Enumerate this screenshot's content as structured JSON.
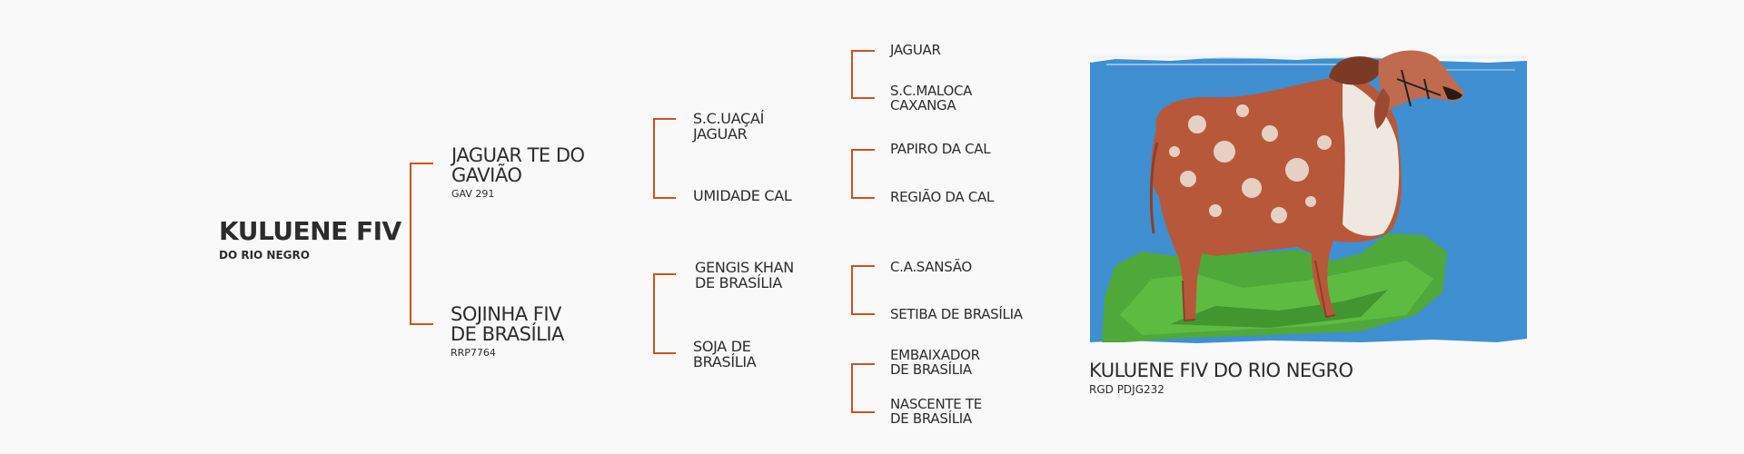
{
  "accent_color": "#d0501e",
  "root": {
    "name": "KULUENE FIV",
    "subtitle": "DO RIO NEGRO"
  },
  "parents": [
    {
      "name": "JAGUAR TE DO GAVIÃO",
      "reg": "GAV 291"
    },
    {
      "name": "SOJINHA FIV DE BRASÍLIA",
      "reg": "RRP7764"
    }
  ],
  "grandparents": [
    "S.C.UAÇAÍ JAGUAR",
    "UMIDADE CAL",
    "GENGIS KHAN DE BRASÍLIA",
    "SOJA DE BRASÍLIA"
  ],
  "great_grandparents": [
    "JAGUAR",
    "S.C.MALOCA CAXANGA",
    "PAPIRO DA CAL",
    "REGIÃO DA CAL",
    "C.A.SANSÃO",
    "SETIBA DE BRASÍLIA",
    "EMBAIXADOR DE BRASÍLIA",
    "NASCENTE TE DE BRASÍLIA"
  ],
  "photo": {
    "caption": "KULUENE FIV DO RIO NEGRO",
    "reg": "RGD PDJG232",
    "image_subject": "red-and-white speckled zebu bull on grass against blue background"
  }
}
